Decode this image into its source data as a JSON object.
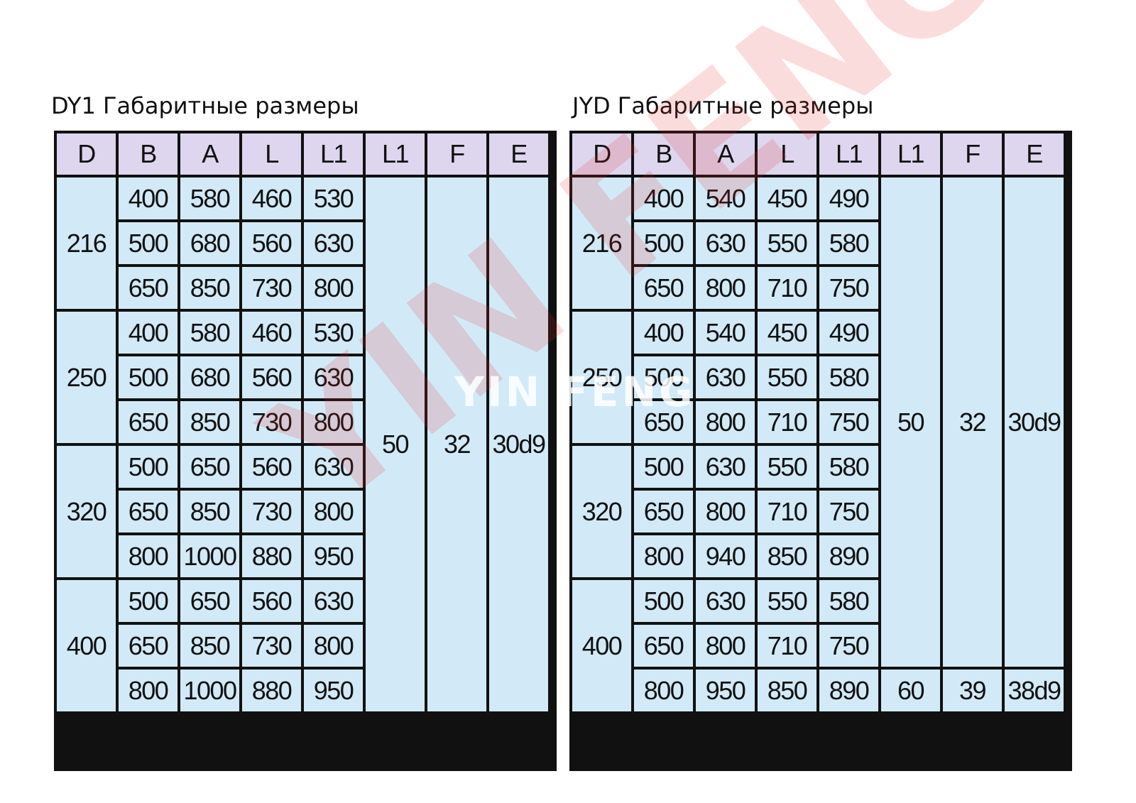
{
  "watermark": {
    "diagonal": "YIN FENG",
    "center": "YIN FENG"
  },
  "tables": [
    {
      "title": "DY1 Габаритные размеры",
      "headers": [
        "D",
        "B",
        "A",
        "L",
        "L1",
        "L1",
        "F",
        "E"
      ],
      "groups": [
        {
          "D": "216",
          "rows": [
            [
              "400",
              "580",
              "460",
              "530"
            ],
            [
              "500",
              "680",
              "560",
              "630"
            ],
            [
              "650",
              "850",
              "730",
              "800"
            ]
          ]
        },
        {
          "D": "250",
          "rows": [
            [
              "400",
              "580",
              "460",
              "530"
            ],
            [
              "500",
              "680",
              "560",
              "630"
            ],
            [
              "650",
              "850",
              "730",
              "800"
            ]
          ]
        },
        {
          "D": "320",
          "rows": [
            [
              "500",
              "650",
              "560",
              "630"
            ],
            [
              "650",
              "850",
              "730",
              "800"
            ],
            [
              "800",
              "1000",
              "880",
              "950"
            ]
          ]
        },
        {
          "D": "400",
          "rows": [
            [
              "500",
              "650",
              "560",
              "630"
            ],
            [
              "650",
              "850",
              "730",
              "800"
            ],
            [
              "800",
              "1000",
              "880",
              "950"
            ]
          ]
        }
      ],
      "merged": {
        "L1": "50",
        "F": "32",
        "E": "30d9"
      },
      "last_row_override": null
    },
    {
      "title": "JYD Габаритные размеры",
      "headers": [
        "D",
        "B",
        "A",
        "L",
        "L1",
        "L1",
        "F",
        "E"
      ],
      "groups": [
        {
          "D": "216",
          "rows": [
            [
              "400",
              "540",
              "450",
              "490"
            ],
            [
              "500",
              "630",
              "550",
              "580"
            ],
            [
              "650",
              "800",
              "710",
              "750"
            ]
          ]
        },
        {
          "D": "250",
          "rows": [
            [
              "400",
              "540",
              "450",
              "490"
            ],
            [
              "500",
              "630",
              "550",
              "580"
            ],
            [
              "650",
              "800",
              "710",
              "750"
            ]
          ]
        },
        {
          "D": "320",
          "rows": [
            [
              "500",
              "630",
              "550",
              "580"
            ],
            [
              "650",
              "800",
              "710",
              "750"
            ],
            [
              "800",
              "940",
              "850",
              "890"
            ]
          ]
        },
        {
          "D": "400",
          "rows": [
            [
              "500",
              "630",
              "550",
              "580"
            ],
            [
              "650",
              "800",
              "710",
              "750"
            ],
            [
              "800",
              "950",
              "850",
              "890"
            ]
          ]
        }
      ],
      "merged": {
        "L1": "50",
        "F": "32",
        "E": "30d9"
      },
      "last_row_override": {
        "L1": "60",
        "F": "39",
        "E": "38d9"
      }
    }
  ]
}
